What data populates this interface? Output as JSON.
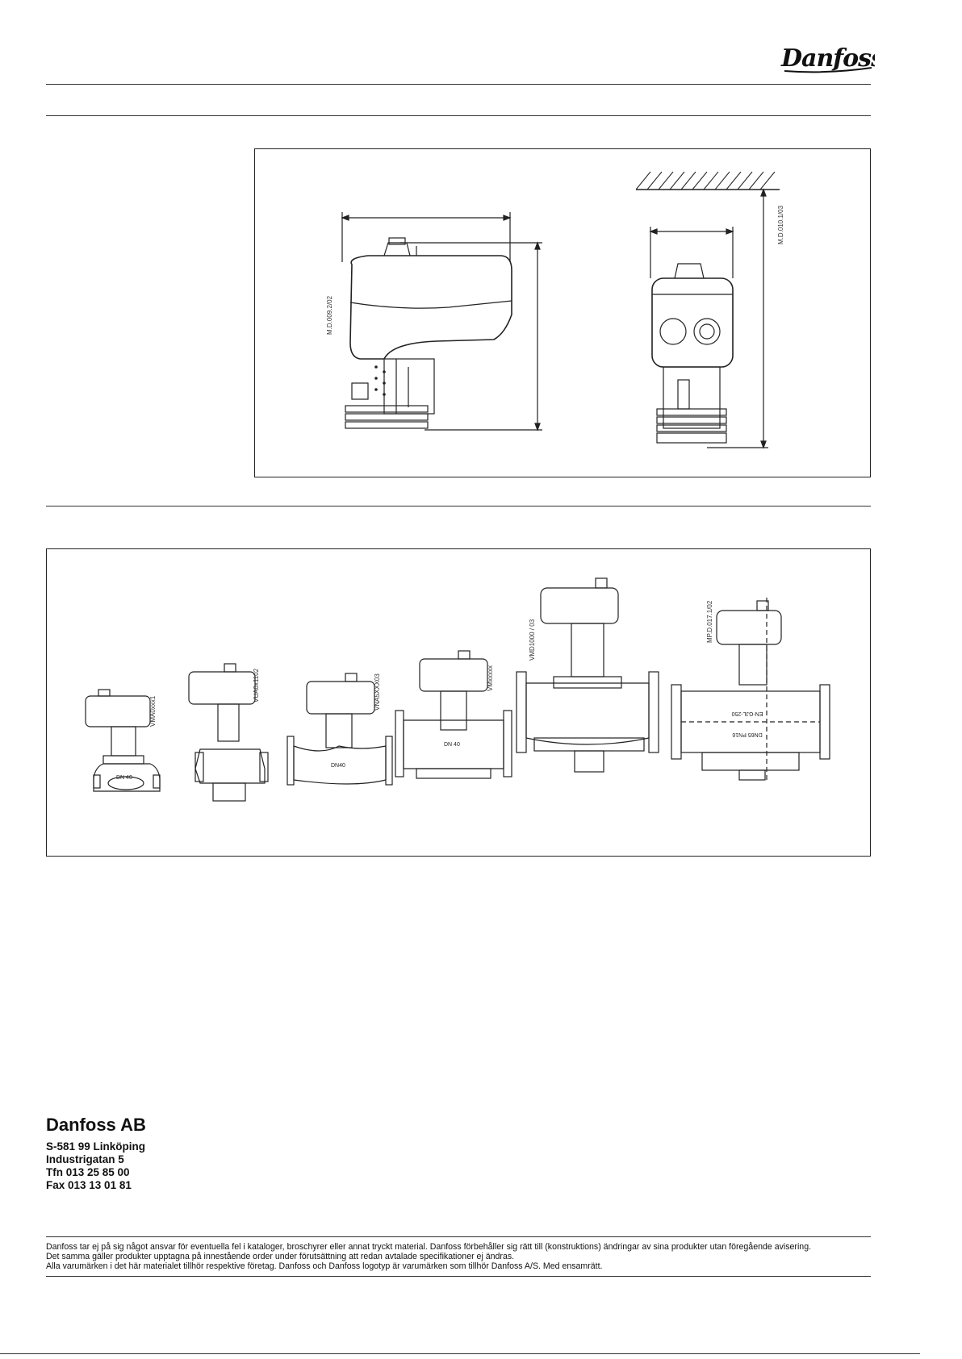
{
  "brand": {
    "logo_text": "Danfoss"
  },
  "figure1": {
    "side_view_code": "M.D.009.2/02",
    "front_view_code": "M.D.010.1/03"
  },
  "figure2": {
    "valve_codes": [
      "VMA0xxx1",
      "VUA0x1102",
      "VNA5XXX03",
      "VMxxxxx",
      "VMD1000 / 03",
      "MP.D.017.1/02"
    ],
    "valve_labels": {
      "v1": "DN 40",
      "v3": "DN40",
      "v4": "DN 40",
      "v6_top": "EN-GJL-250",
      "v6_mid": "DN65  PN16"
    }
  },
  "company": {
    "name": "Danfoss AB",
    "address_lines": [
      "S-581 99 Linköping",
      "Industrigatan 5",
      "Tfn  013 25 85 00",
      "Fax  013 13 01 81"
    ]
  },
  "disclaimer": [
    "Danfoss tar ej på sig något ansvar för eventuella fel i kataloger, broschyrer eller annat tryckt material. Danfoss förbehåller sig rätt till (konstruktions) ändringar av sina produkter utan föregående avisering.",
    "Det samma gäller produkter upptagna på innestående order under förutsättning att redan avtalade specifikationer ej ändras.",
    "Alla varumärken i det här materialet tillhör respektive företag. Danfoss och Danfoss logotyp är varumärken som tillhör Danfoss A/S. Med ensamrätt."
  ]
}
